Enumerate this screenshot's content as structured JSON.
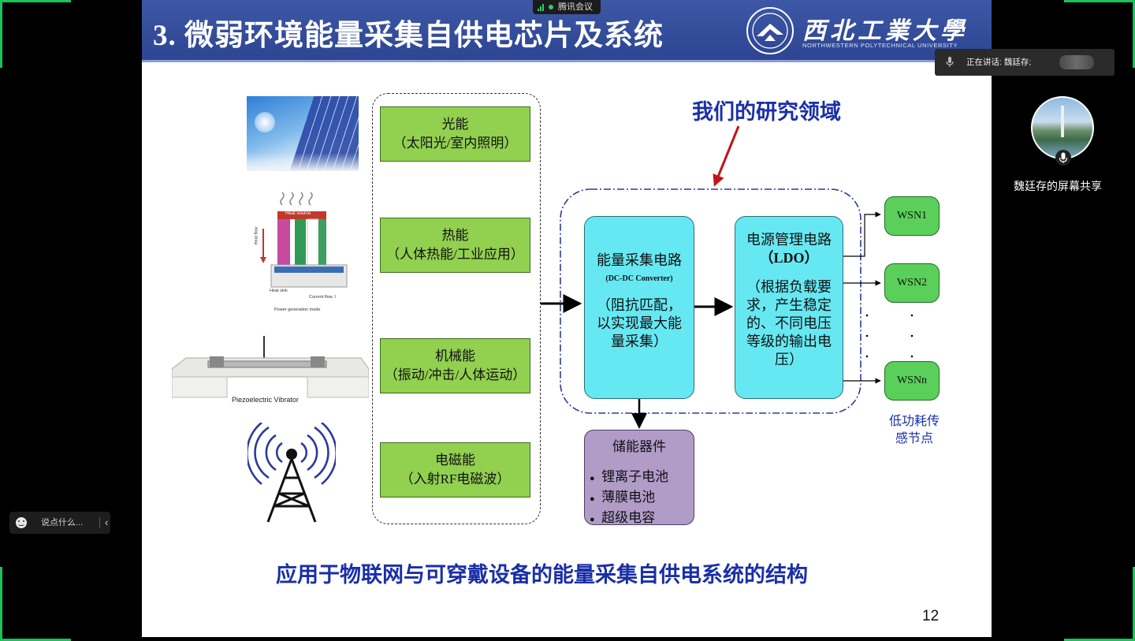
{
  "meeting": {
    "app_label": "腾讯会议",
    "speaking_label": "正在讲话: 魏廷存;",
    "share_label": "魏廷存的屏幕共享",
    "chat_placeholder": "说点什么..."
  },
  "slide": {
    "title": "3. 微弱环境能量采集自供电芯片及系统",
    "univ_name": "西北工業大學",
    "univ_en": "NORTHWESTERN POLYTECHNICAL UNIVERSITY",
    "research_label": "我们的研究领域",
    "sources": [
      {
        "name": "光能",
        "detail": "（太阳光/室内照明）"
      },
      {
        "name": "热能",
        "detail": "（人体热能/工业应用）"
      },
      {
        "name": "机械能",
        "detail": "（振动/冲击/人体运动）"
      },
      {
        "name": "电磁能",
        "detail": "（入射RF电磁波）"
      }
    ],
    "thermo_labels": {
      "heat_source": "Heat source",
      "heat_flow": "Heat flow",
      "heat_sink": "Heat sink",
      "current_flow": "Current flow, I",
      "mode": "Power generation mode"
    },
    "piezo_label": "Piezoelectric Vibrator",
    "harvest": {
      "title": "能量采集电路",
      "subtitle": "(DC-DC Converter)",
      "desc_lines": [
        "（阻抗匹配，",
        "以实现最大能",
        "量采集）"
      ]
    },
    "pmu": {
      "title": "电源管理电路",
      "subtitle": "（LDO）",
      "desc_lines": [
        "（根据负载要",
        "求，产生稳定",
        "的、不同电压",
        "等级的输出电",
        "压）"
      ]
    },
    "storage": {
      "title": "储能器件",
      "items": [
        "锂离子电池",
        "薄膜电池",
        "超级电容"
      ]
    },
    "wsn_nodes": [
      "WSN1",
      "WSN2",
      "WSNn"
    ],
    "wsn_caption": [
      "低功耗传",
      "感节点"
    ],
    "caption": "应用于物联网与可穿戴设备的能量采集自供电系统的结构",
    "page_number": "12"
  },
  "colors": {
    "banner": "#2d4592",
    "source_box": "#92d050",
    "circuit_box": "#66e8f2",
    "storage_box": "#b19cc8",
    "wsn_box": "#5ad05a",
    "accent_text": "#1a2fa8",
    "arrow_red": "#c0141c"
  }
}
